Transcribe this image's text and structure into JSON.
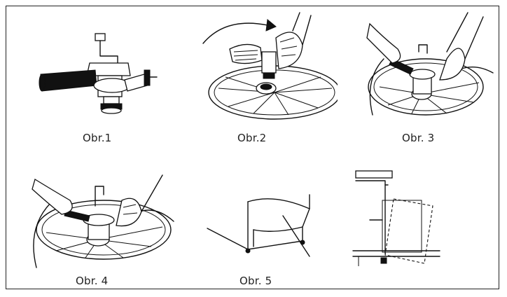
{
  "figures": [
    {
      "caption": "Obr.1",
      "icon": "keg-coupler-icon"
    },
    {
      "caption": "Obr.2",
      "icon": "coupler-twist-onto-keg-icon"
    },
    {
      "caption": "Obr. 3",
      "icon": "coupler-lever-on-keg-icon"
    },
    {
      "caption": "Obr. 4",
      "icon": "coupler-lever-down-icon"
    },
    {
      "caption": "Obr. 5",
      "icon": "keg-in-cart-icon"
    },
    {
      "caption": "",
      "icon": "keg-tilt-diagram-icon"
    }
  ]
}
